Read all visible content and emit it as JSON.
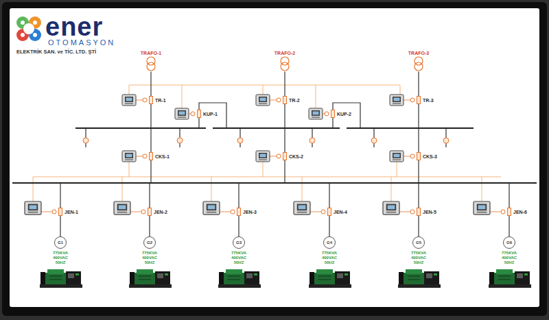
{
  "diagram": {
    "nodes": [
      {
        "text": [
          "TRAFO-1"
        ]
      },
      {
        "text": [
          "TRAFO-2"
        ]
      },
      {
        "text": [
          "TRAFO-3"
        ]
      },
      {
        "text": [
          "TR-1"
        ]
      },
      {
        "text": [
          "TR-2"
        ]
      },
      {
        "text": [
          "TR-3"
        ]
      },
      {
        "text": [
          "KUP-1"
        ]
      },
      {
        "text": [
          "KUP-2"
        ]
      },
      {
        "text": [
          "CKS-1"
        ]
      },
      {
        "text": [
          "CKS-2"
        ]
      },
      {
        "text": [
          "CKS-3"
        ]
      },
      {
        "text": [
          "JEN-1"
        ]
      },
      {
        "text": [
          "JEN-2"
        ]
      },
      {
        "text": [
          "JEN-3"
        ]
      },
      {
        "text": [
          "JEN-4"
        ]
      },
      {
        "text": [
          "JEN-5"
        ]
      },
      {
        "text": [
          "JEN-6"
        ]
      },
      {
        "text": [
          "G1"
        ]
      },
      {
        "text": [
          "G2"
        ]
      },
      {
        "text": [
          "G3"
        ]
      },
      {
        "text": [
          "G4"
        ]
      },
      {
        "text": [
          "G5"
        ]
      },
      {
        "text": [
          "G6"
        ]
      }
    ],
    "edges": [
      {
        "from": 0,
        "to": 3,
        "arrow": "none"
      },
      {
        "from": 1,
        "to": 4,
        "arrow": "none"
      },
      {
        "from": 2,
        "to": 5,
        "arrow": "none"
      },
      {
        "from": 17,
        "to": 11,
        "arrow": "none"
      },
      {
        "from": 18,
        "to": 12,
        "arrow": "none"
      },
      {
        "from": 19,
        "to": 13,
        "arrow": "none"
      },
      {
        "from": 20,
        "to": 14,
        "arrow": "none"
      },
      {
        "from": 21,
        "to": 15,
        "arrow": "none"
      },
      {
        "from": 22,
        "to": 16,
        "arrow": "none"
      }
    ],
    "labels": [
      "ener",
      "OTOMASYON",
      "ELEKTRİK SAN. ve TİC. LTD. ŞTİ",
      "775KVA 400VAC 50HZ",
      "775KVA 400VAC 50HZ",
      "775KVA 400VAC 50HZ",
      "775KVA 400VAC 50HZ",
      "775KVA 400VAC 50HZ",
      "775KVA 400VAC 50HZ"
    ]
  }
}
